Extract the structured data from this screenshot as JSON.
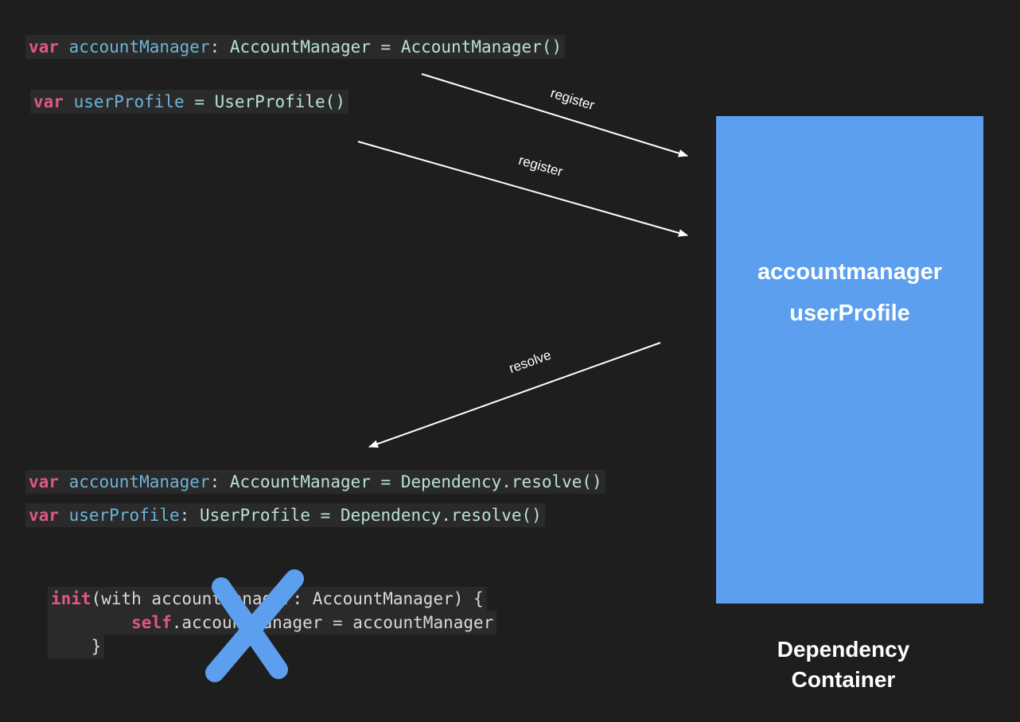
{
  "code_top": {
    "account_manager": {
      "keyword": "var",
      "name": "accountManager",
      "rest": ": AccountManager = AccountManager()"
    },
    "user_profile": {
      "keyword": "var",
      "name": "userProfile",
      "rest": " = UserProfile()"
    }
  },
  "code_bottom": {
    "account_manager": {
      "keyword": "var",
      "name": "accountManager",
      "rest": ": AccountManager = Dependency.resolve()"
    },
    "user_profile": {
      "keyword": "var",
      "name": "userProfile",
      "rest": ": UserProfile = Dependency.resolve()"
    }
  },
  "init_block": {
    "keyword": "init",
    "signature": "(with accountManager: AccountManager) {",
    "self_keyword": "self",
    "assignment": ".accountManager = accountManager",
    "closing": "}"
  },
  "arrows": {
    "register_1": "register",
    "register_2": "register",
    "resolve": "resolve"
  },
  "container": {
    "items": [
      "accountmanager",
      "userProfile"
    ],
    "label_line1": "Dependency",
    "label_line2": "Container"
  },
  "colors": {
    "background": "#1e1e1e",
    "container_fill": "#5b9fee",
    "keyword": "#e0558a",
    "identifier": "#6cb4d8",
    "cross_mark": "#5b9fee"
  }
}
